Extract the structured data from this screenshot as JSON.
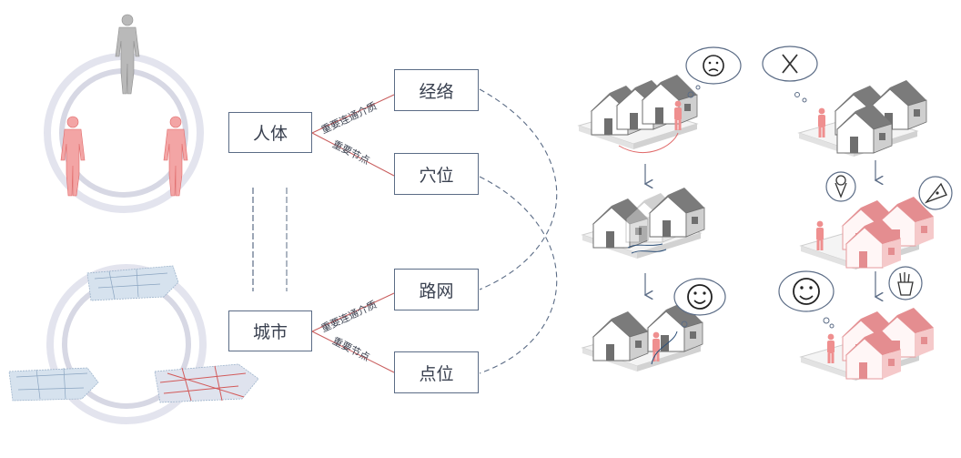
{
  "nodes": {
    "human_body": "人体",
    "city": "城市",
    "meridian": "经络",
    "acupoint": "穴位",
    "road_network": "路网",
    "point_position": "点位"
  },
  "links": {
    "important_medium_top": "重要连通介质",
    "important_node_top": "重要节点",
    "important_medium_bottom": "重要连通介质",
    "important_node_bottom": "重要节点"
  },
  "colors": {
    "line": "#5b6c86",
    "red_link": "#c85b5b",
    "ring": "#d7d8e4",
    "house_grey": "#8a8a8a",
    "house_pink": "#e89a9c",
    "figure_pink": "#ef8f8f"
  },
  "icons": [
    "sad-face-icon",
    "fork-knife-icon",
    "smile-face-icon",
    "ice-cream-icon",
    "pizza-icon",
    "fries-icon"
  ]
}
